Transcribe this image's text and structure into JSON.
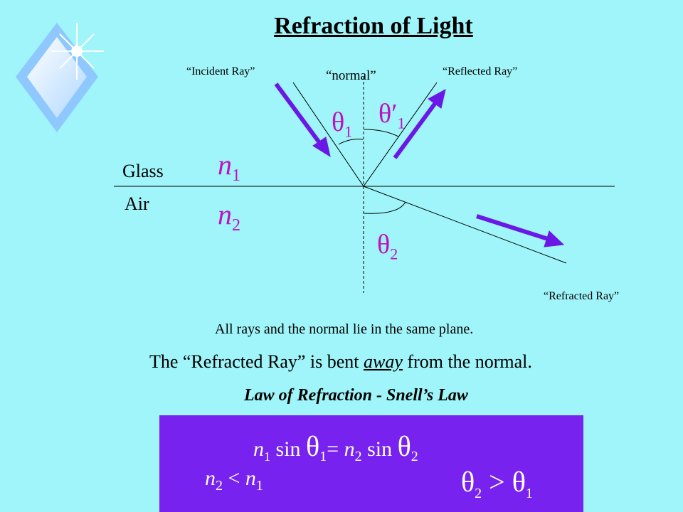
{
  "title": "Refraction of Light",
  "labels": {
    "incident_ray": "“Incident Ray”",
    "normal": "“normal”",
    "reflected_ray": "“Reflected Ray”",
    "refracted_ray": "“Refracted Ray”",
    "glass": "Glass",
    "air": "Air"
  },
  "symbols": {
    "theta1": "θ",
    "theta1_sub": "1",
    "theta1_prime": "θ′",
    "theta1_prime_sub": "1",
    "theta2": "θ",
    "theta2_sub": "2",
    "n1": "n",
    "n1_sub": "1",
    "n2": "n",
    "n2_sub": "2"
  },
  "notes": {
    "plane": "All rays and the normal lie in the same plane.",
    "bent_before": "The “Refracted Ray” is bent ",
    "bent_emph": "away",
    "bent_after": " from the normal.",
    "law": "Law of Refraction - Snell’s Law"
  },
  "equation": {
    "n1": "n",
    "n1_sub": "1",
    "sin1": " sin ",
    "theta1": "θ",
    "theta1_sub": "1",
    "equals": "= ",
    "n2": "n",
    "n2_sub": "2",
    "sin2": " sin ",
    "theta2": "θ",
    "theta2_sub": "2",
    "ineq_n2": "n",
    "ineq_n2_sub": "2",
    "ineq_lt": " < ",
    "ineq_n1": "n",
    "ineq_n1_sub": "1",
    "ineq_theta2": "θ",
    "ineq_theta2_sub": "2",
    "ineq_gt": " > ",
    "ineq_theta1": "θ",
    "ineq_theta1_sub": "1"
  },
  "colors": {
    "background": "#9ff5f9",
    "arrow": "#6a18e6",
    "symbol": "#c010c0",
    "equation_box": "#7722ee"
  }
}
